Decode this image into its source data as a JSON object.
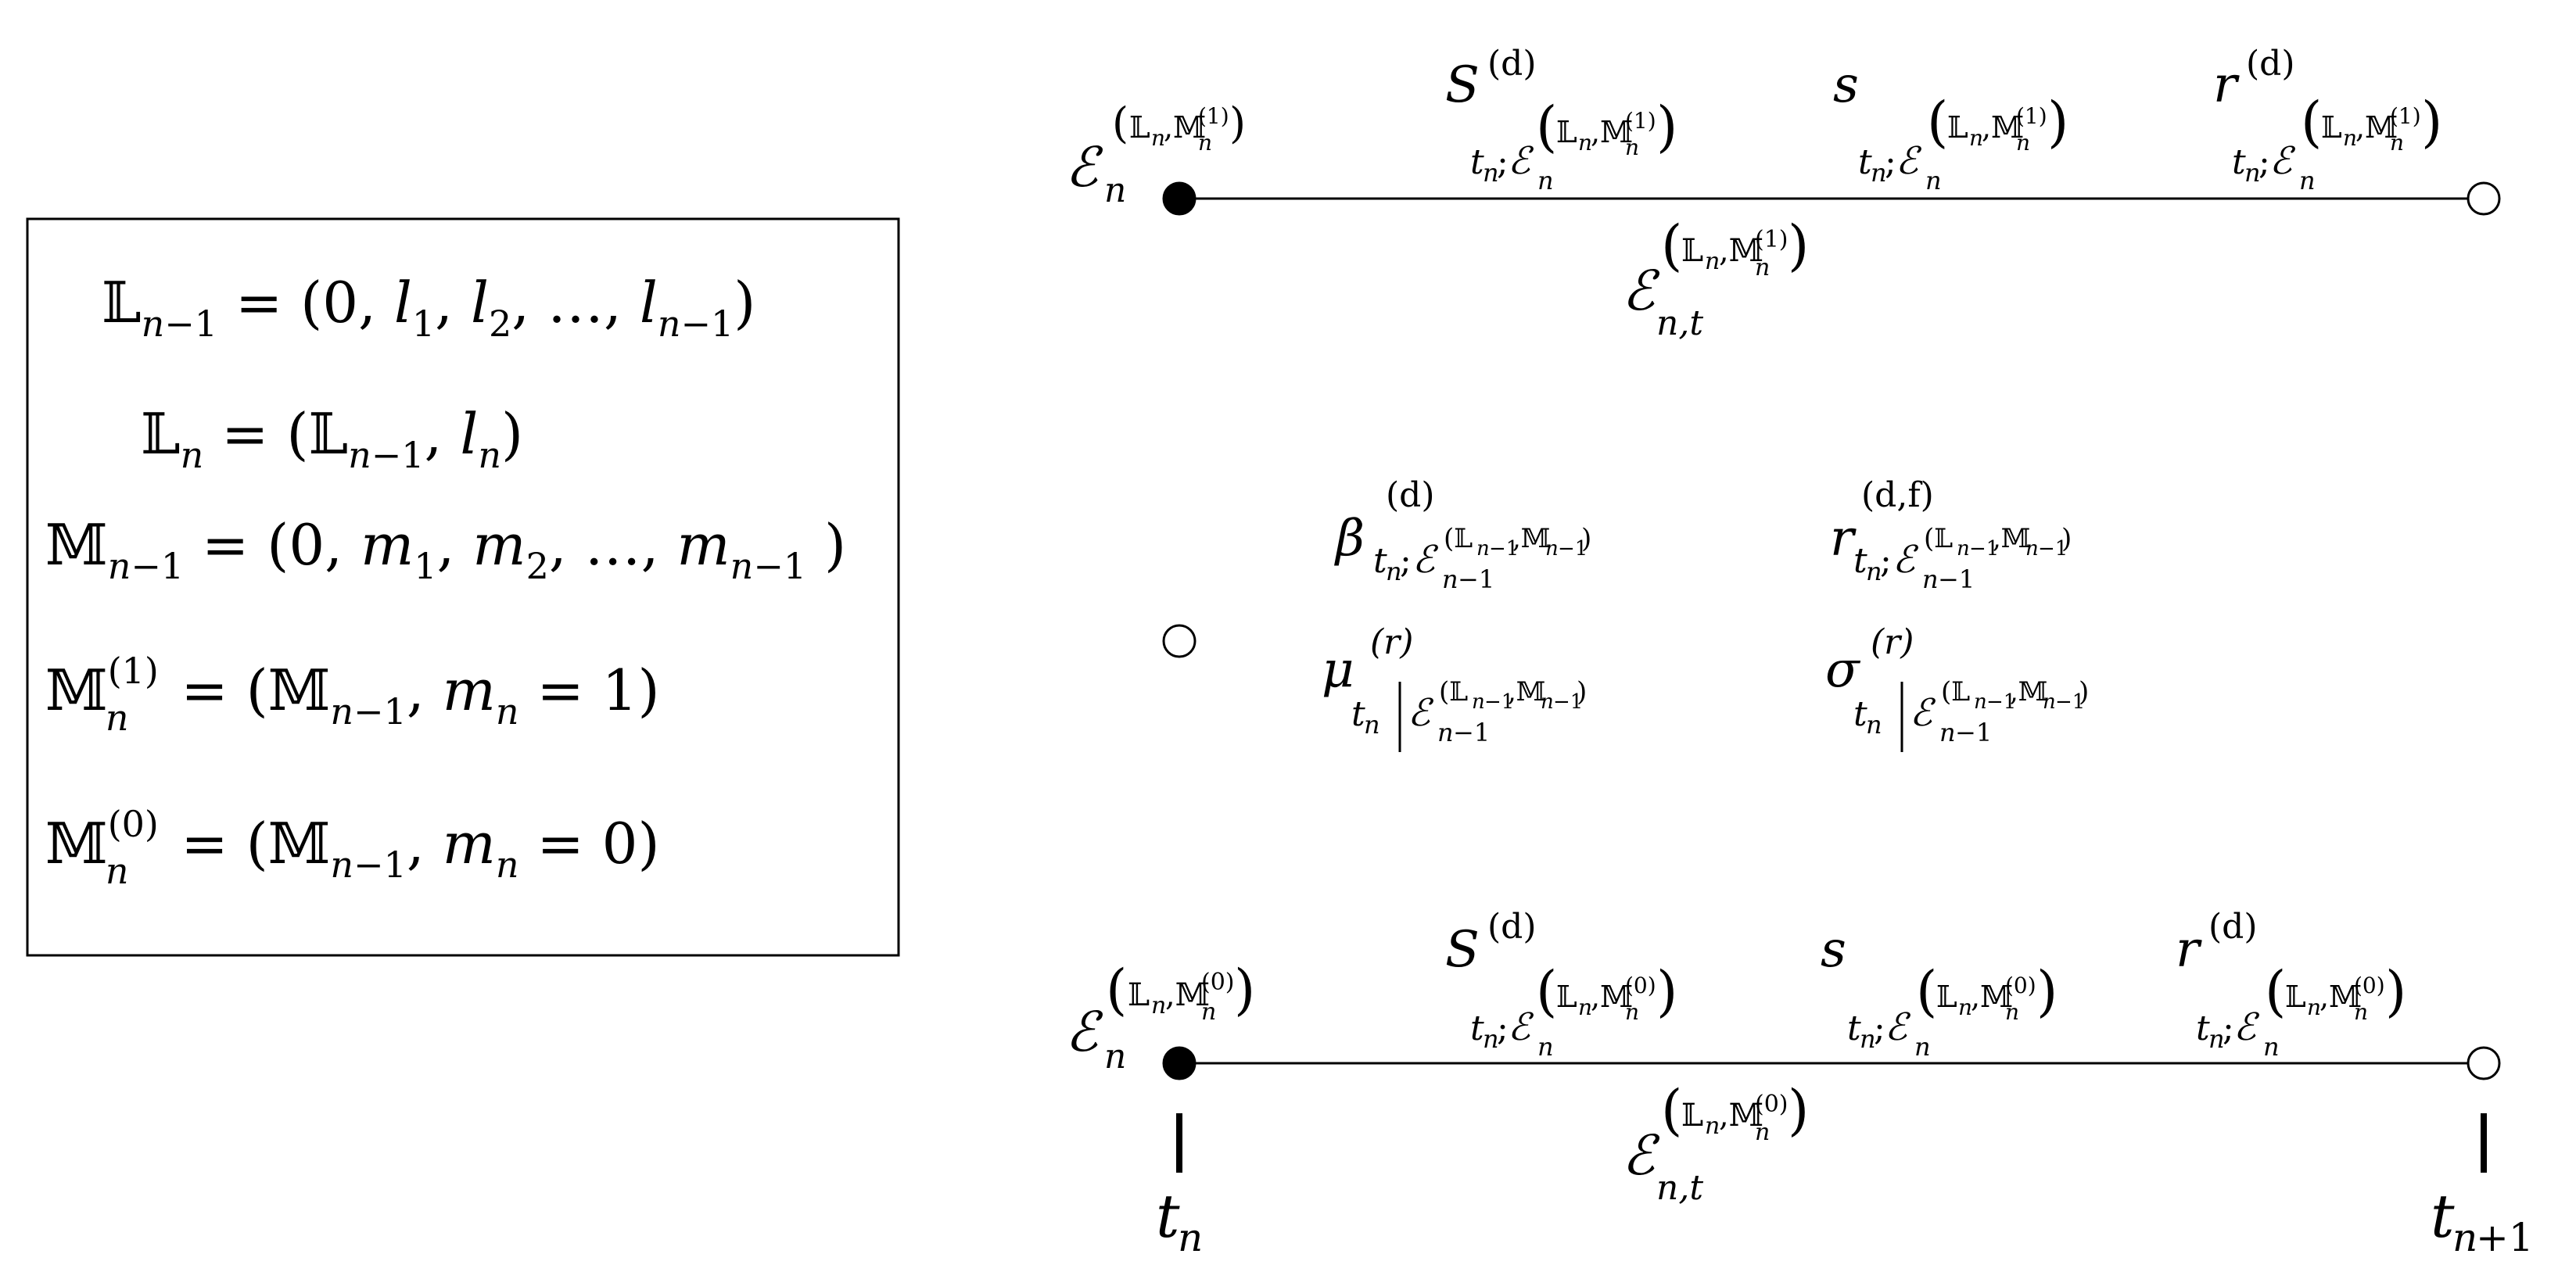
{
  "definitions_box": {
    "lines": [
      "𝕃_{n−1} = (0, l_1, l_2, …, l_{n−1})",
      "𝕃_n = (𝕃_{n−1}, l_n)",
      "𝕄_{n−1} = (0, m_1, m_2, …, m_{n−1})",
      "𝕄_n^{(1)} = (𝕄_{n−1}, m_n = 1)",
      "𝕄_n^{(0)} = (𝕄_{n−1}, m_n = 0)"
    ]
  },
  "top_timeline": {
    "state": "ℰ_n^(𝕃n,𝕄n^(1))",
    "params": [
      "S^(d)_{tn;ℰn^(𝕃n,𝕄n^(1))}",
      "s_{tn;ℰn^(𝕃n,𝕄n^(1))}",
      "r^(d)_{tn;ℰn^(𝕃n,𝕄n^(1))}"
    ],
    "state_t": "ℰ_{n,t}^(𝕃n,𝕄n^(1))"
  },
  "middle_block": {
    "params": [
      "β^(d)_{tn;ℰ_{n−1}^(𝕃n−1,𝕄n−1)}",
      "r^(d,f)_{tn;ℰ_{n−1}^(𝕃n−1,𝕄n−1)}",
      "μ^(r)_{tn|ℰ_{n−1}^(𝕃n−1,𝕄n−1)}",
      "σ^(r)_{tn|ℰ_{n−1}^(𝕃n−1,𝕄n−1)}"
    ]
  },
  "bottom_timeline": {
    "state": "ℰ_n^(𝕃n,𝕄n^(0))",
    "params": [
      "S^(d)_{tn;ℰn^(𝕃n,𝕄n^(0))}",
      "s_{tn;ℰn^(𝕃n,𝕄n^(0))}",
      "r^(d)_{tn;ℰn^(𝕃n,𝕄n^(0))}"
    ],
    "state_t": "ℰ_{n,t}^(𝕃n,𝕄n^(0))"
  },
  "axis": {
    "tick_start": "t_n",
    "tick_end": "t_{n+1}"
  },
  "colors": {
    "ink": "#000000",
    "background": "#ffffff"
  }
}
